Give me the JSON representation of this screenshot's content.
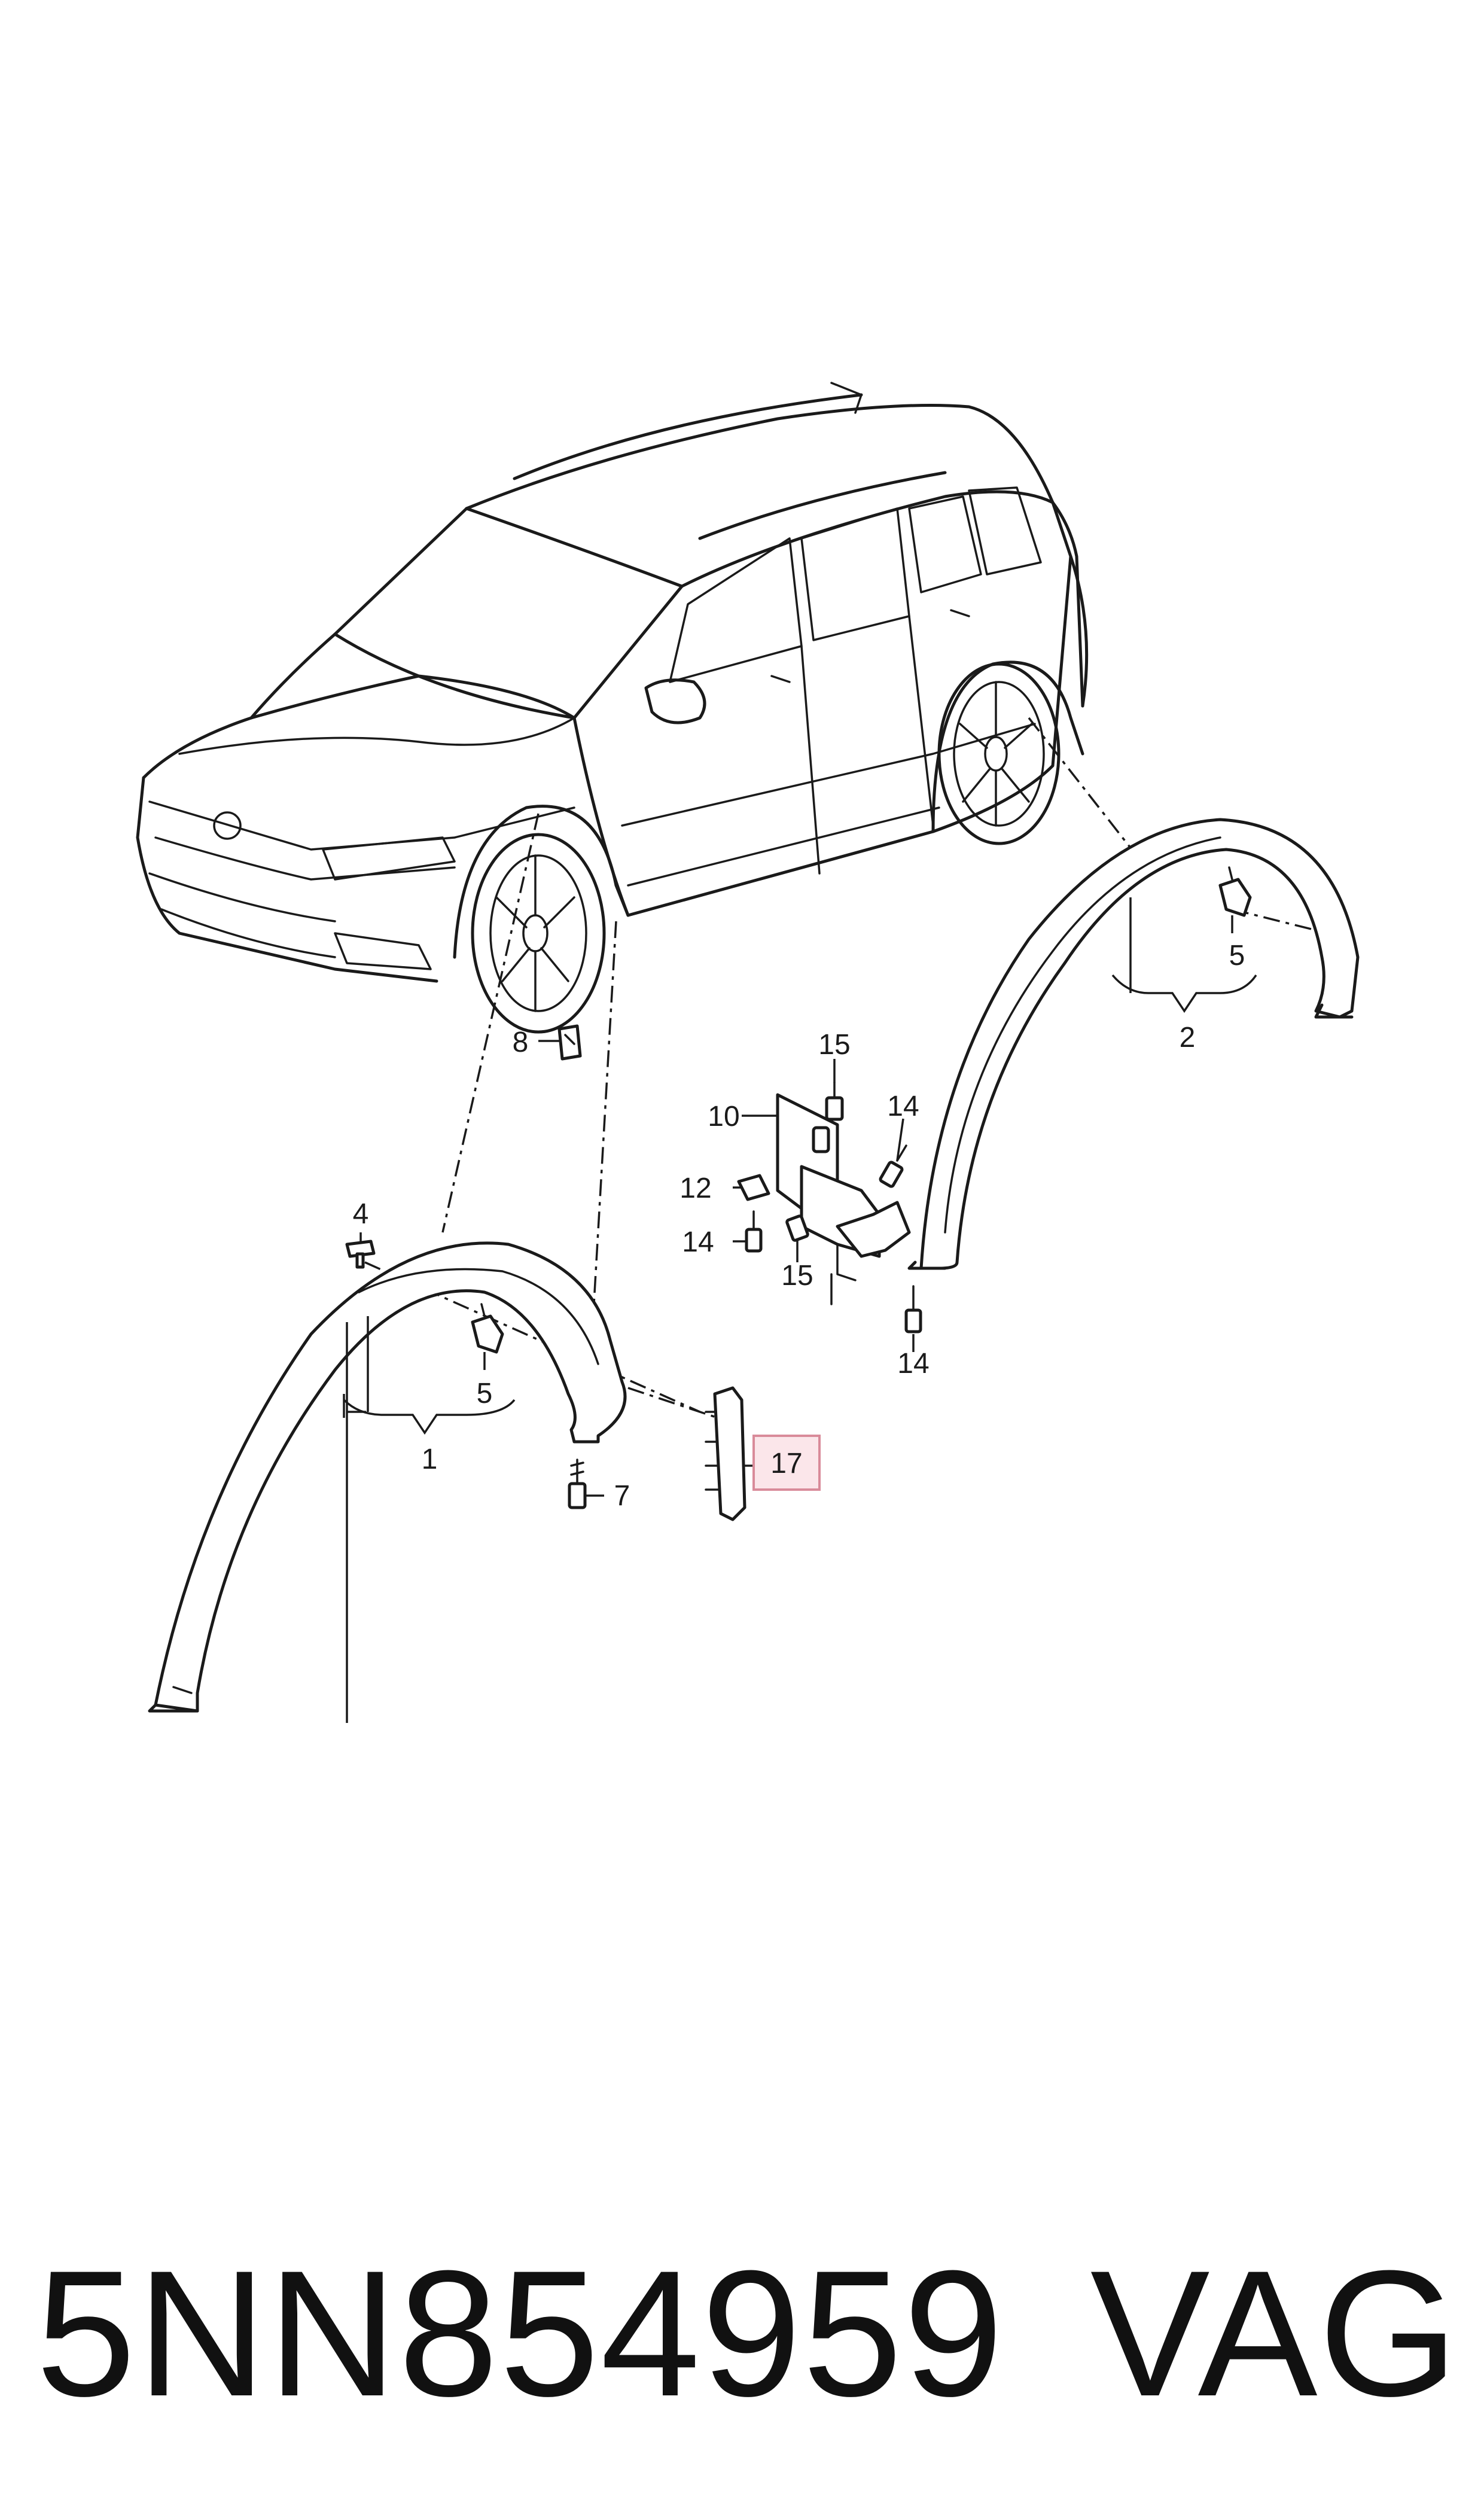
{
  "callouts": {
    "c1": "1",
    "c2": "2",
    "c4": "4",
    "c5a": "5",
    "c5b": "5",
    "c7": "7",
    "c8": "8",
    "c10": "10",
    "c12": "12",
    "c14a": "14",
    "c14b": "14",
    "c14c": "14",
    "c15a": "15",
    "c15b": "15",
    "c17": "17"
  },
  "highlight": {
    "part": "17",
    "fill_color": "#fbe6ea",
    "border_color": "#d98b9a"
  },
  "footer": {
    "part_number": "5NN854959",
    "brand": "VAG"
  }
}
